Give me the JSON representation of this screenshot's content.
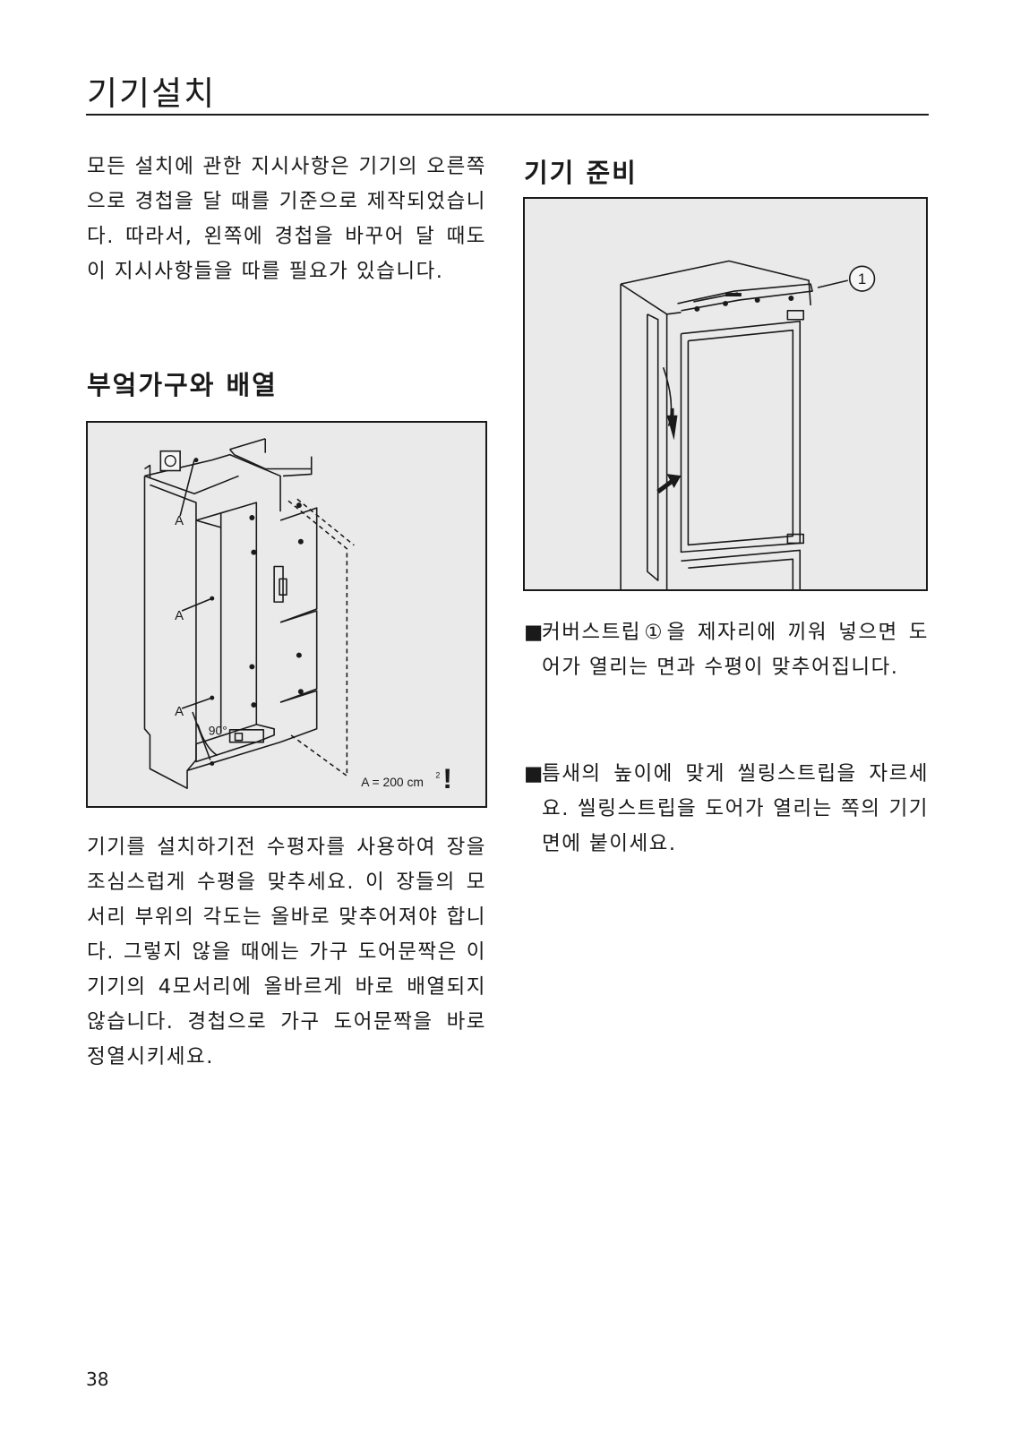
{
  "page": {
    "title": "기기설치",
    "number": "38"
  },
  "left": {
    "intro": "모든 설치에 관한 지시사항은 기기의 오른쪽으로 경첩을 달 때를 기준으로 제작되었습니다. 따라서, 왼쪽에 경첩을 바꾸어 달 때도 이 지시사항들을 따를 필요가 있습니다.",
    "heading": "부엌가구와 배열",
    "figure": {
      "label_a": "A",
      "angle": "90°",
      "area": "A = 200 cm",
      "area_exp": "2",
      "warn": "!"
    },
    "body": "기기를 설치하기전 수평자를 사용하여 장을 조심스럽게 수평을 맞추세요. 이 장들의 모서리 부위의 각도는 올바로 맞추어져야 합니다. 그렇지 않을 때에는 가구 도어문짝은 이 기기의 4모서리에 올바르게 바로 배열되지 않습니다. 경첩으로 가구 도어문짝을 바로 정열시키세요."
  },
  "right": {
    "heading": "기기 준비",
    "figure": {
      "callout": "1"
    },
    "bullets": [
      {
        "mark": "■",
        "text": "커버스트립①을 제자리에 끼워 넣으면 도어가 열리는 면과 수평이 맞추어집니다."
      },
      {
        "mark": "■",
        "text": "틈새의 높이에 맞게 씰링스트립을 자르세요. 씰링스트립을 도어가 열리는 쪽의 기기면에 붙이세요."
      }
    ]
  }
}
